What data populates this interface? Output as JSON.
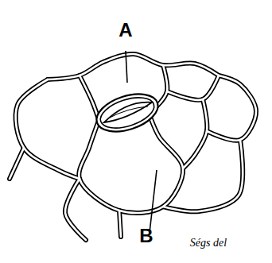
{
  "diagram": {
    "labels": [
      "A",
      "B",
      "Ségs del"
    ]
  }
}
